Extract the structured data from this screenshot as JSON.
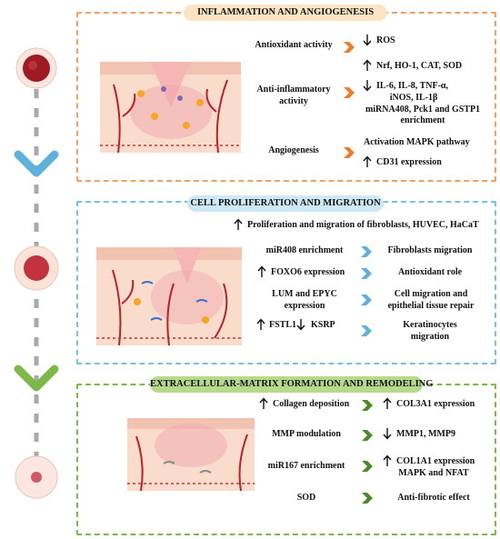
{
  "colors": {
    "inflammation": "#f0a060",
    "proliferation": "#7cc0e0",
    "remodeling": "#7db94a"
  },
  "sections": {
    "inflammation": {
      "title": "INFLAMMATION AND ANGIOGENESIS",
      "rows": [
        {
          "left": "Antioxidant activity",
          "right": [
            "ROS",
            "Nrf, HO-1, CAT, SOD"
          ]
        },
        {
          "left": [
            "Anti-inflammatory",
            "activity"
          ],
          "right": [
            "IL-6, IL-8, TNF-α,",
            "iNOS, IL-1β",
            "miRNA408, Pck1 and GSTP1",
            "enrichment"
          ]
        },
        {
          "left": "Angiogenesis",
          "right": [
            "Activation MAPK pathway",
            "CD31 expression"
          ]
        }
      ]
    },
    "proliferation": {
      "title": "CELL PROLIFERATION AND MIGRATION",
      "top": "Proliferation and migration of fibroblasts, HUVEC, HaCaT",
      "rows": [
        {
          "left": "miR408 enrichment",
          "right": "Fibroblasts migration"
        },
        {
          "left": "FOXO6 expression",
          "right": "Antioxidant role"
        },
        {
          "left": [
            "LUM and EPYC",
            "expression"
          ],
          "right": [
            "Cell migration and",
            "epithelial tissue repair"
          ]
        },
        {
          "left": [
            "FSTL1",
            "KSRP"
          ],
          "right": [
            "Keratinocytes",
            "migration"
          ]
        }
      ]
    },
    "remodeling": {
      "title": "EXTRACELLULAR-MATRIX FORMATION AND REMODELING",
      "rows": [
        {
          "left": "Collagen deposition",
          "right": "COL3A1 expression"
        },
        {
          "left": "MMP modulation",
          "right": "MMP1, MMP9"
        },
        {
          "left": "miR167 enrichment",
          "right": [
            "COL1A1 expression",
            "MAPK and NFAT"
          ]
        },
        {
          "left": "SOD",
          "right": "Anti-fibrotic effect"
        }
      ]
    }
  }
}
